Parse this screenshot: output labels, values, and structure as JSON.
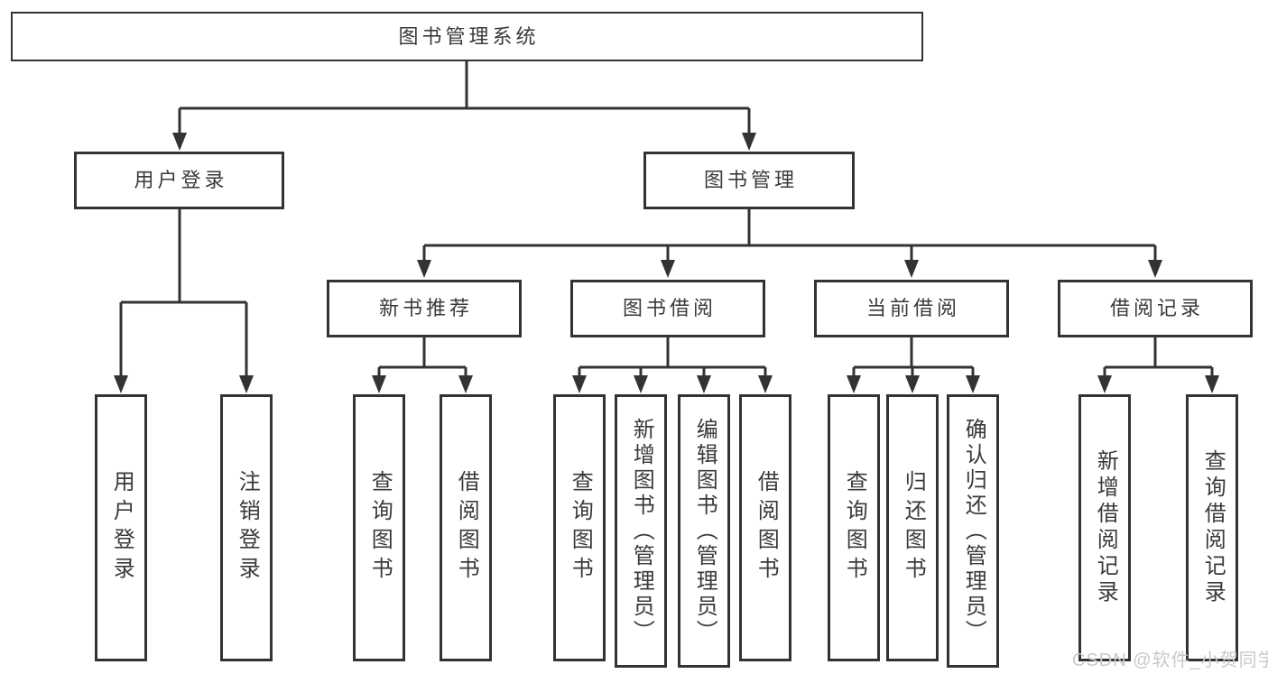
{
  "tree": {
    "label": "图书管理系统",
    "children": [
      {
        "label": "用户登录",
        "children": [
          {
            "label": "用户登录"
          },
          {
            "label": "注销登录"
          }
        ]
      },
      {
        "label": "图书管理",
        "children": [
          {
            "label": "新书推荐",
            "children": [
              {
                "label": "查询图书"
              },
              {
                "label": "借阅图书"
              }
            ]
          },
          {
            "label": "图书借阅",
            "children": [
              {
                "label": "查询图书"
              },
              {
                "label": "新增图书（管理员）"
              },
              {
                "label": "编辑图书（管理员）"
              },
              {
                "label": "借阅图书"
              }
            ]
          },
          {
            "label": "当前借阅",
            "children": [
              {
                "label": "查询图书"
              },
              {
                "label": "归还图书"
              },
              {
                "label": "确认归还（管理员）"
              }
            ]
          },
          {
            "label": "借阅记录",
            "children": [
              {
                "label": "新增借阅记录"
              },
              {
                "label": "查询借阅记录"
              }
            ]
          }
        ]
      }
    ]
  },
  "watermark": "CSDN @软件_小贺同学",
  "colors": {
    "line": "#333333",
    "text": "#3a3a3a",
    "watermark": "#c9c9c9",
    "background": "#ffffff"
  }
}
